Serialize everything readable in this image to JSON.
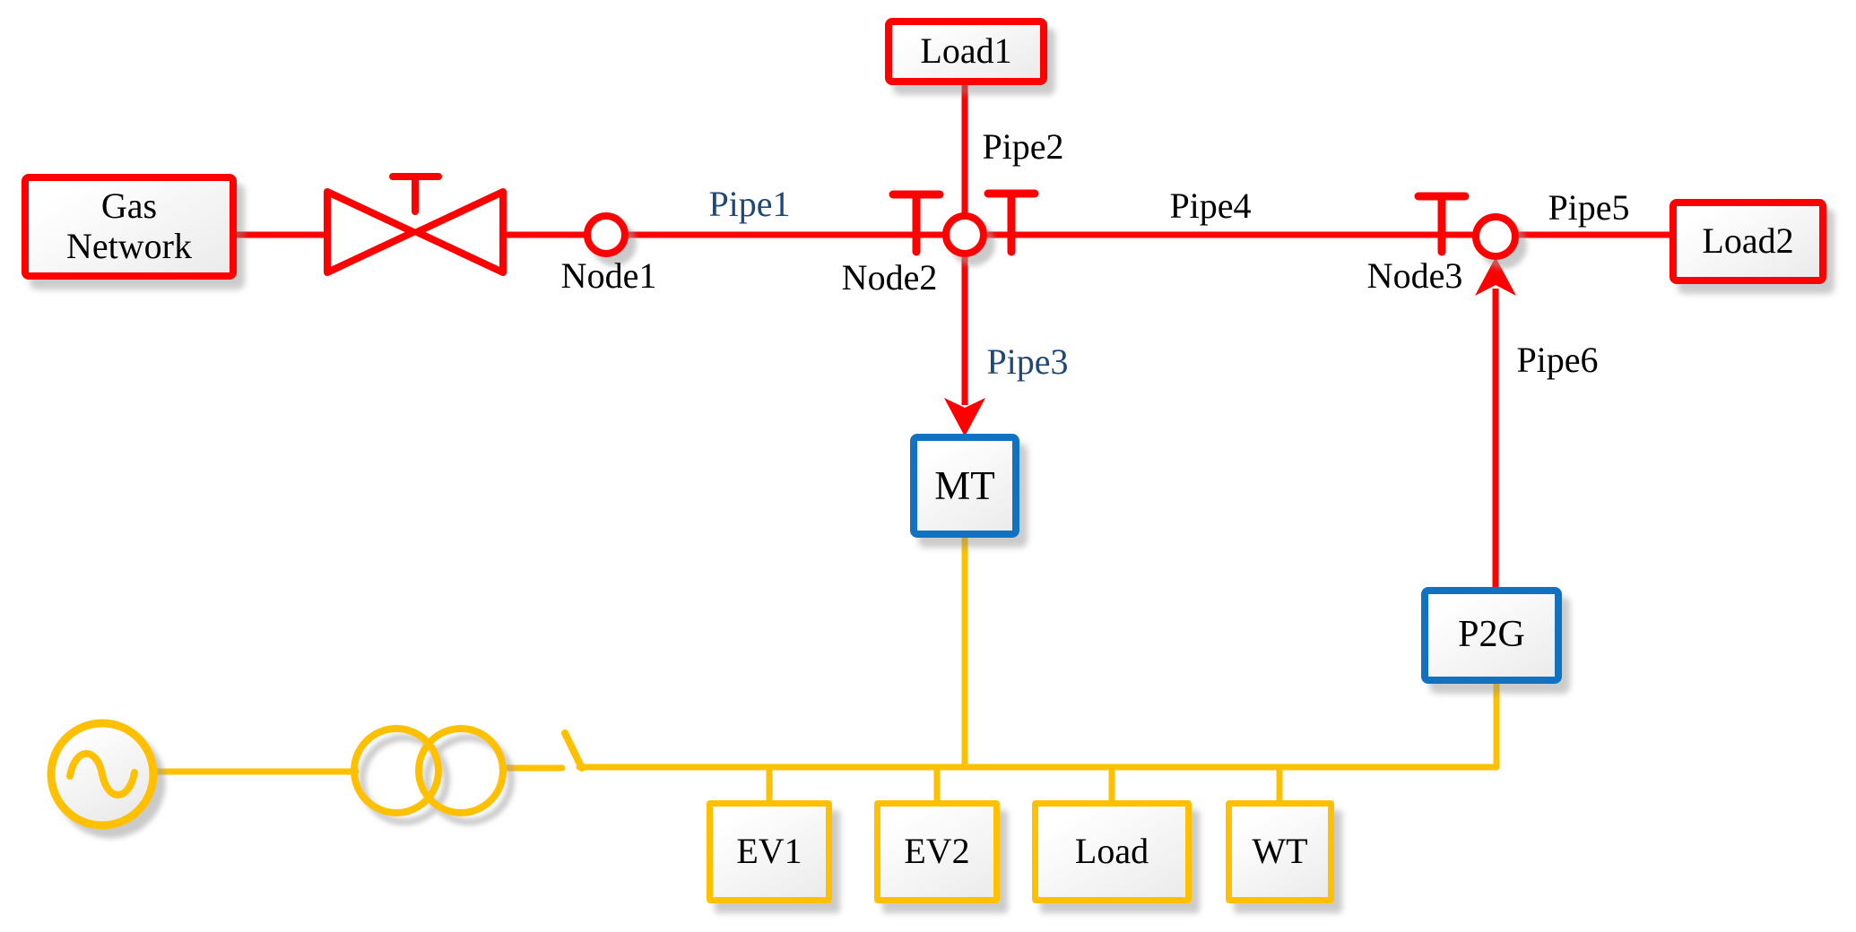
{
  "colors": {
    "gas": "#ff0000",
    "electric": "#ffc000",
    "device": "#1272c2",
    "pipeblue": "#1f4876",
    "ink": "#000000"
  },
  "boxes": {
    "gas_network": "Gas Network",
    "load1": "Load1",
    "load2": "Load2",
    "mt": "MT",
    "p2g": "P2G",
    "ev1": "EV1",
    "ev2": "EV2",
    "load": "Load",
    "wt": "WT"
  },
  "node_labels": {
    "node1": "Node1",
    "node2": "Node2",
    "node3": "Node3"
  },
  "pipe_labels": {
    "pipe1": "Pipe1",
    "pipe2": "Pipe2",
    "pipe3": "Pipe3",
    "pipe4": "Pipe4",
    "pipe5": "Pipe5",
    "pipe6": "Pipe6"
  },
  "icons": {
    "main_valve": "bowtie-valve-with-tee-stem",
    "node_valve": "tee-valve",
    "generator": "ac-source-circle-with-sine",
    "transformer": "two-overlapping-circles",
    "switch": "knife-switch-blade",
    "flow_arrow": "red-stealth-arrowhead"
  },
  "topology": {
    "gas_pipes": [
      {
        "label": "Pipe1",
        "between": [
          "Node1",
          "Node2"
        ]
      },
      {
        "label": "Pipe2",
        "between": [
          "Load1",
          "Node2"
        ]
      },
      {
        "label": "Pipe3",
        "between": [
          "Node2",
          "MT"
        ],
        "arrow": "into MT"
      },
      {
        "label": "Pipe4",
        "between": [
          "Node2",
          "Node3"
        ]
      },
      {
        "label": "Pipe5",
        "between": [
          "Node3",
          "Load2"
        ]
      },
      {
        "label": "Pipe6",
        "between": [
          "P2G",
          "Node3"
        ],
        "arrow": "into Node3"
      }
    ],
    "gas_source": "Gas Network feeds Node1 through a valve",
    "electric_bus_devices": [
      "Generator",
      "Transformer",
      "Switch",
      "EV1",
      "EV2",
      "Load",
      "WT",
      "MT",
      "P2G"
    ]
  }
}
